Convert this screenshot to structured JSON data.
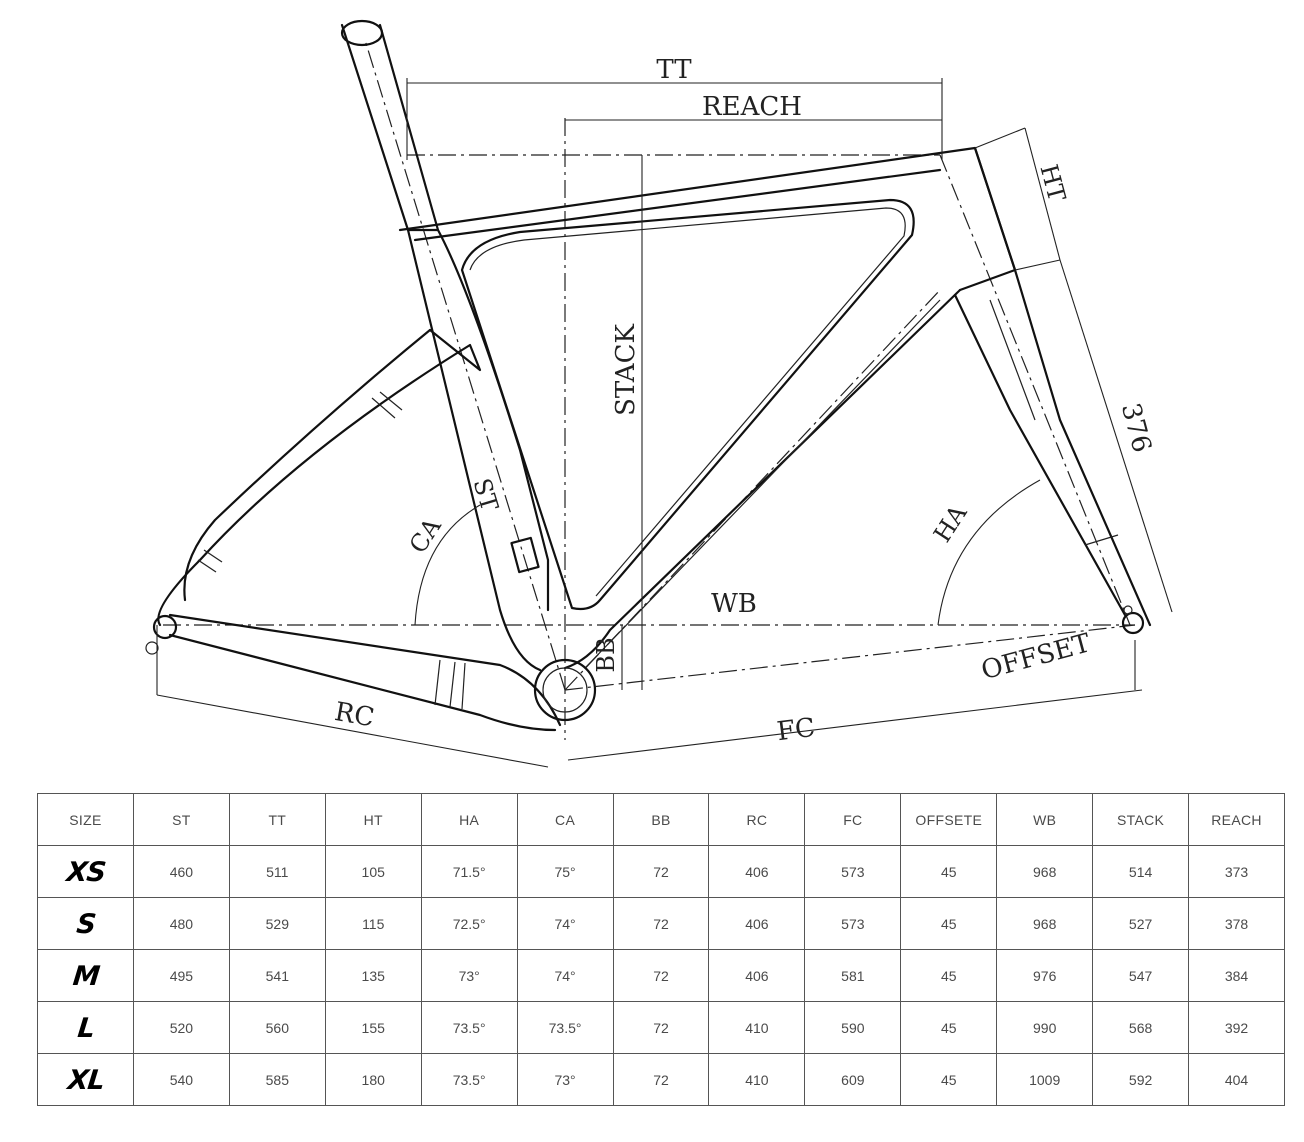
{
  "diagram": {
    "labels": {
      "tt": "TT",
      "reach": "REACH",
      "ht": "HT",
      "stack": "STACK",
      "st": "ST",
      "ca": "CA",
      "ha": "HA",
      "wb": "WB",
      "bb": "BB",
      "rc": "RC",
      "fc": "FC",
      "offset": "OFFSET",
      "fork_length": "376"
    }
  },
  "table": {
    "headers": [
      "SIZE",
      "ST",
      "TT",
      "HT",
      "HA",
      "CA",
      "BB",
      "RC",
      "FC",
      "OFFSETE",
      "WB",
      "STACK",
      "REACH"
    ],
    "rows": [
      {
        "size": "XS",
        "values": [
          "460",
          "511",
          "105",
          "71.5°",
          "75°",
          "72",
          "406",
          "573",
          "45",
          "968",
          "514",
          "373"
        ]
      },
      {
        "size": "S",
        "values": [
          "480",
          "529",
          "115",
          "72.5°",
          "74°",
          "72",
          "406",
          "573",
          "45",
          "968",
          "527",
          "378"
        ]
      },
      {
        "size": "M",
        "values": [
          "495",
          "541",
          "135",
          "73°",
          "74°",
          "72",
          "406",
          "581",
          "45",
          "976",
          "547",
          "384"
        ]
      },
      {
        "size": "L",
        "values": [
          "520",
          "560",
          "155",
          "73.5°",
          "73.5°",
          "72",
          "410",
          "590",
          "45",
          "990",
          "568",
          "392"
        ]
      },
      {
        "size": "XL",
        "values": [
          "540",
          "585",
          "180",
          "73.5°",
          "73°",
          "72",
          "410",
          "609",
          "45",
          "1009",
          "592",
          "404"
        ]
      }
    ]
  }
}
